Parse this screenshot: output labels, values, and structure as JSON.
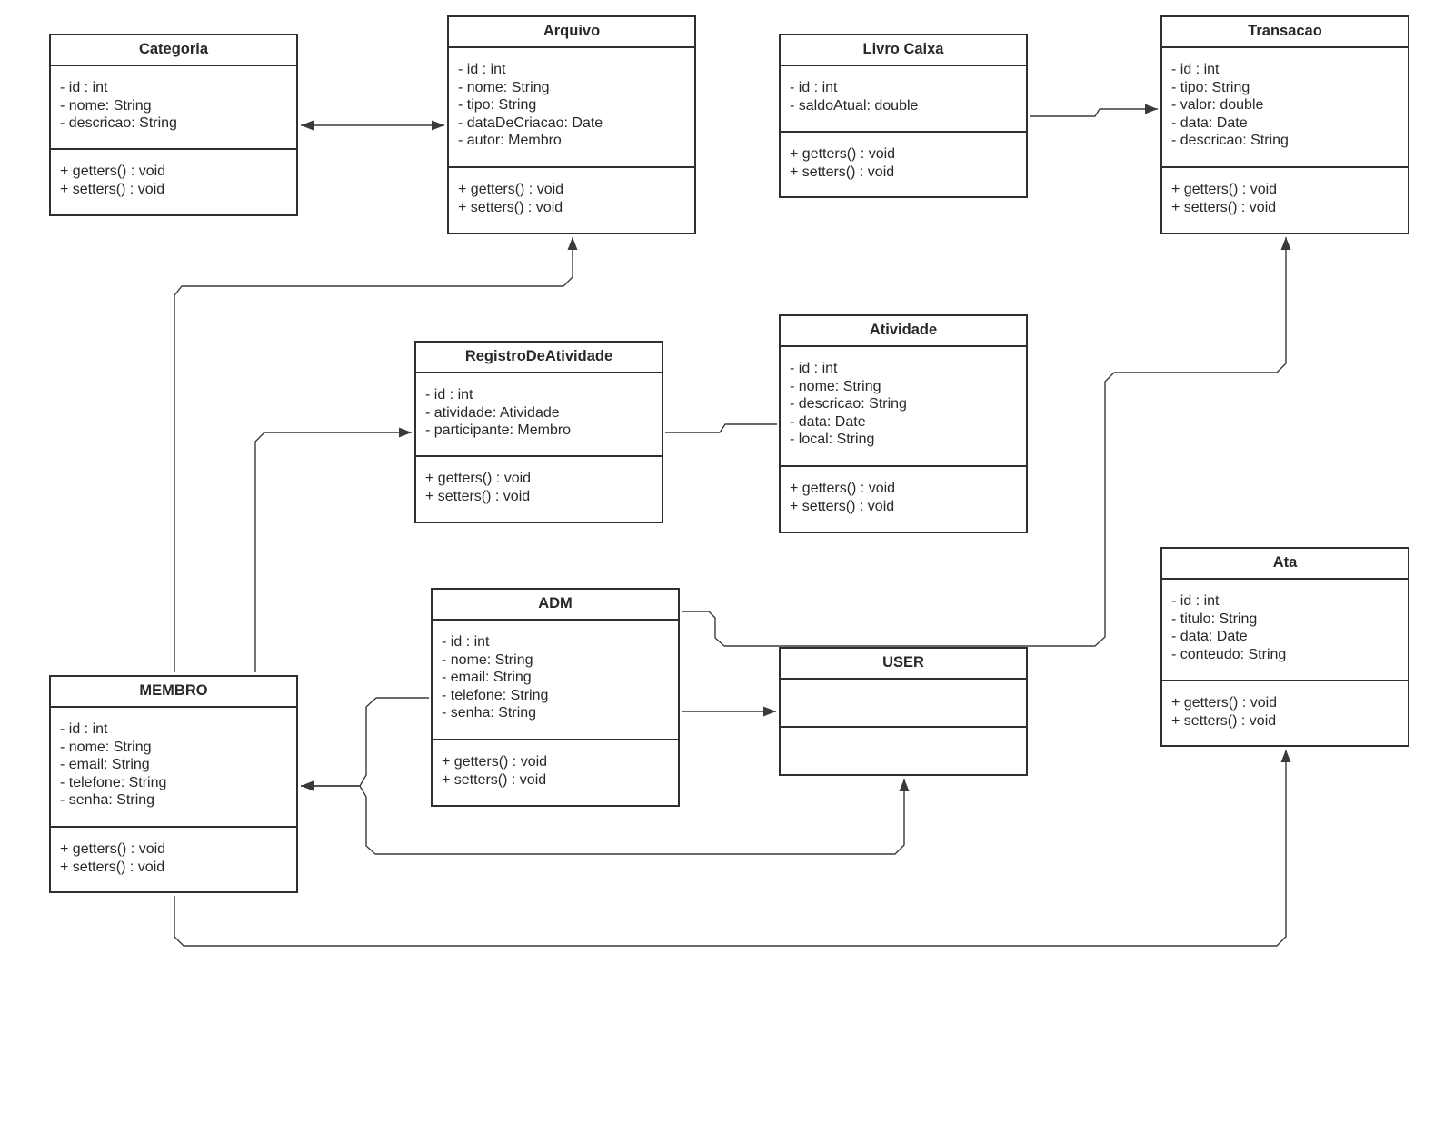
{
  "classes": [
    {
      "id": "categoria",
      "name": "Categoria",
      "attributes": [
        "- id : int",
        "- nome: String",
        "- descricao: String"
      ],
      "methods": [
        "+ getters() : void",
        "+ setters() : void"
      ]
    },
    {
      "id": "arquivo",
      "name": "Arquivo",
      "attributes": [
        "- id : int",
        "- nome: String",
        "- tipo: String",
        "- dataDeCriacao: Date",
        "- autor: Membro"
      ],
      "methods": [
        "+ getters() : void",
        "+ setters() : void"
      ]
    },
    {
      "id": "livro-caixa",
      "name": "Livro Caixa",
      "attributes": [
        "- id : int",
        "- saldoAtual: double"
      ],
      "methods": [
        "+ getters() : void",
        "+ setters() : void"
      ]
    },
    {
      "id": "transacao",
      "name": "Transacao",
      "attributes": [
        "- id : int",
        "- tipo: String",
        "- valor: double",
        "- data: Date",
        "- descricao: String"
      ],
      "methods": [
        "+ getters() : void",
        "+ setters() : void"
      ]
    },
    {
      "id": "registro-de-atividade",
      "name": "RegistroDeAtividade",
      "attributes": [
        "- id : int",
        "- atividade: Atividade",
        "- participante: Membro"
      ],
      "methods": [
        "+ getters() : void",
        "+ setters() : void"
      ]
    },
    {
      "id": "atividade",
      "name": "Atividade",
      "attributes": [
        "- id : int",
        "- nome: String",
        "- descricao: String",
        "- data: Date",
        "- local: String"
      ],
      "methods": [
        "+ getters() : void",
        "+ setters() : void"
      ]
    },
    {
      "id": "ata",
      "name": "Ata",
      "attributes": [
        "- id : int",
        "- titulo: String",
        "- data: Date",
        "- conteudo: String"
      ],
      "methods": [
        "+ getters() : void",
        "+ setters() : void"
      ]
    },
    {
      "id": "adm",
      "name": "ADM",
      "attributes": [
        "- id : int",
        "- nome: String",
        "- email: String",
        "- telefone: String",
        "- senha: String"
      ],
      "methods": [
        "+ getters() : void",
        "+ setters() : void"
      ]
    },
    {
      "id": "user",
      "name": "USER",
      "attributes": [],
      "methods": []
    },
    {
      "id": "membro",
      "name": "MEMBRO",
      "attributes": [
        "- id : int",
        "- nome: String",
        "- email: String",
        "- telefone: String",
        "- senha: String"
      ],
      "methods": [
        "+ getters() : void",
        "+ setters() : void"
      ]
    }
  ],
  "relationships": [
    {
      "id": "categoria-arquivo",
      "from": "categoria",
      "to": "arquivo",
      "arrow_start": true,
      "arrow_end": true
    },
    {
      "id": "livro-caixa-transacao",
      "from": "livro-caixa",
      "to": "transacao",
      "arrow_start": false,
      "arrow_end": true
    },
    {
      "id": "membro-arquivo",
      "from": "membro",
      "to": "arquivo",
      "arrow_start": false,
      "arrow_end": true
    },
    {
      "id": "membro-registro",
      "from": "membro",
      "to": "registro-de-atividade",
      "arrow_start": false,
      "arrow_end": true
    },
    {
      "id": "registro-atividade",
      "from": "registro-de-atividade",
      "to": "atividade",
      "arrow_start": false,
      "arrow_end": false
    },
    {
      "id": "adm-transacao",
      "from": "adm",
      "to": "transacao",
      "arrow_start": false,
      "arrow_end": true
    },
    {
      "id": "adm-user",
      "from": "adm",
      "to": "user",
      "arrow_start": false,
      "arrow_end": true
    },
    {
      "id": "adm-membro",
      "from": "adm",
      "to": "membro",
      "arrow_start": false,
      "arrow_end": true
    },
    {
      "id": "membro-user",
      "from": "membro",
      "to": "user",
      "arrow_start": true,
      "arrow_end": true
    },
    {
      "id": "membro-ata",
      "from": "membro",
      "to": "ata",
      "arrow_start": false,
      "arrow_end": true
    }
  ],
  "colors": {
    "line": "#3a3a3a",
    "border": "#2f2f2f",
    "text": "#282828",
    "background": "#ffffff"
  }
}
